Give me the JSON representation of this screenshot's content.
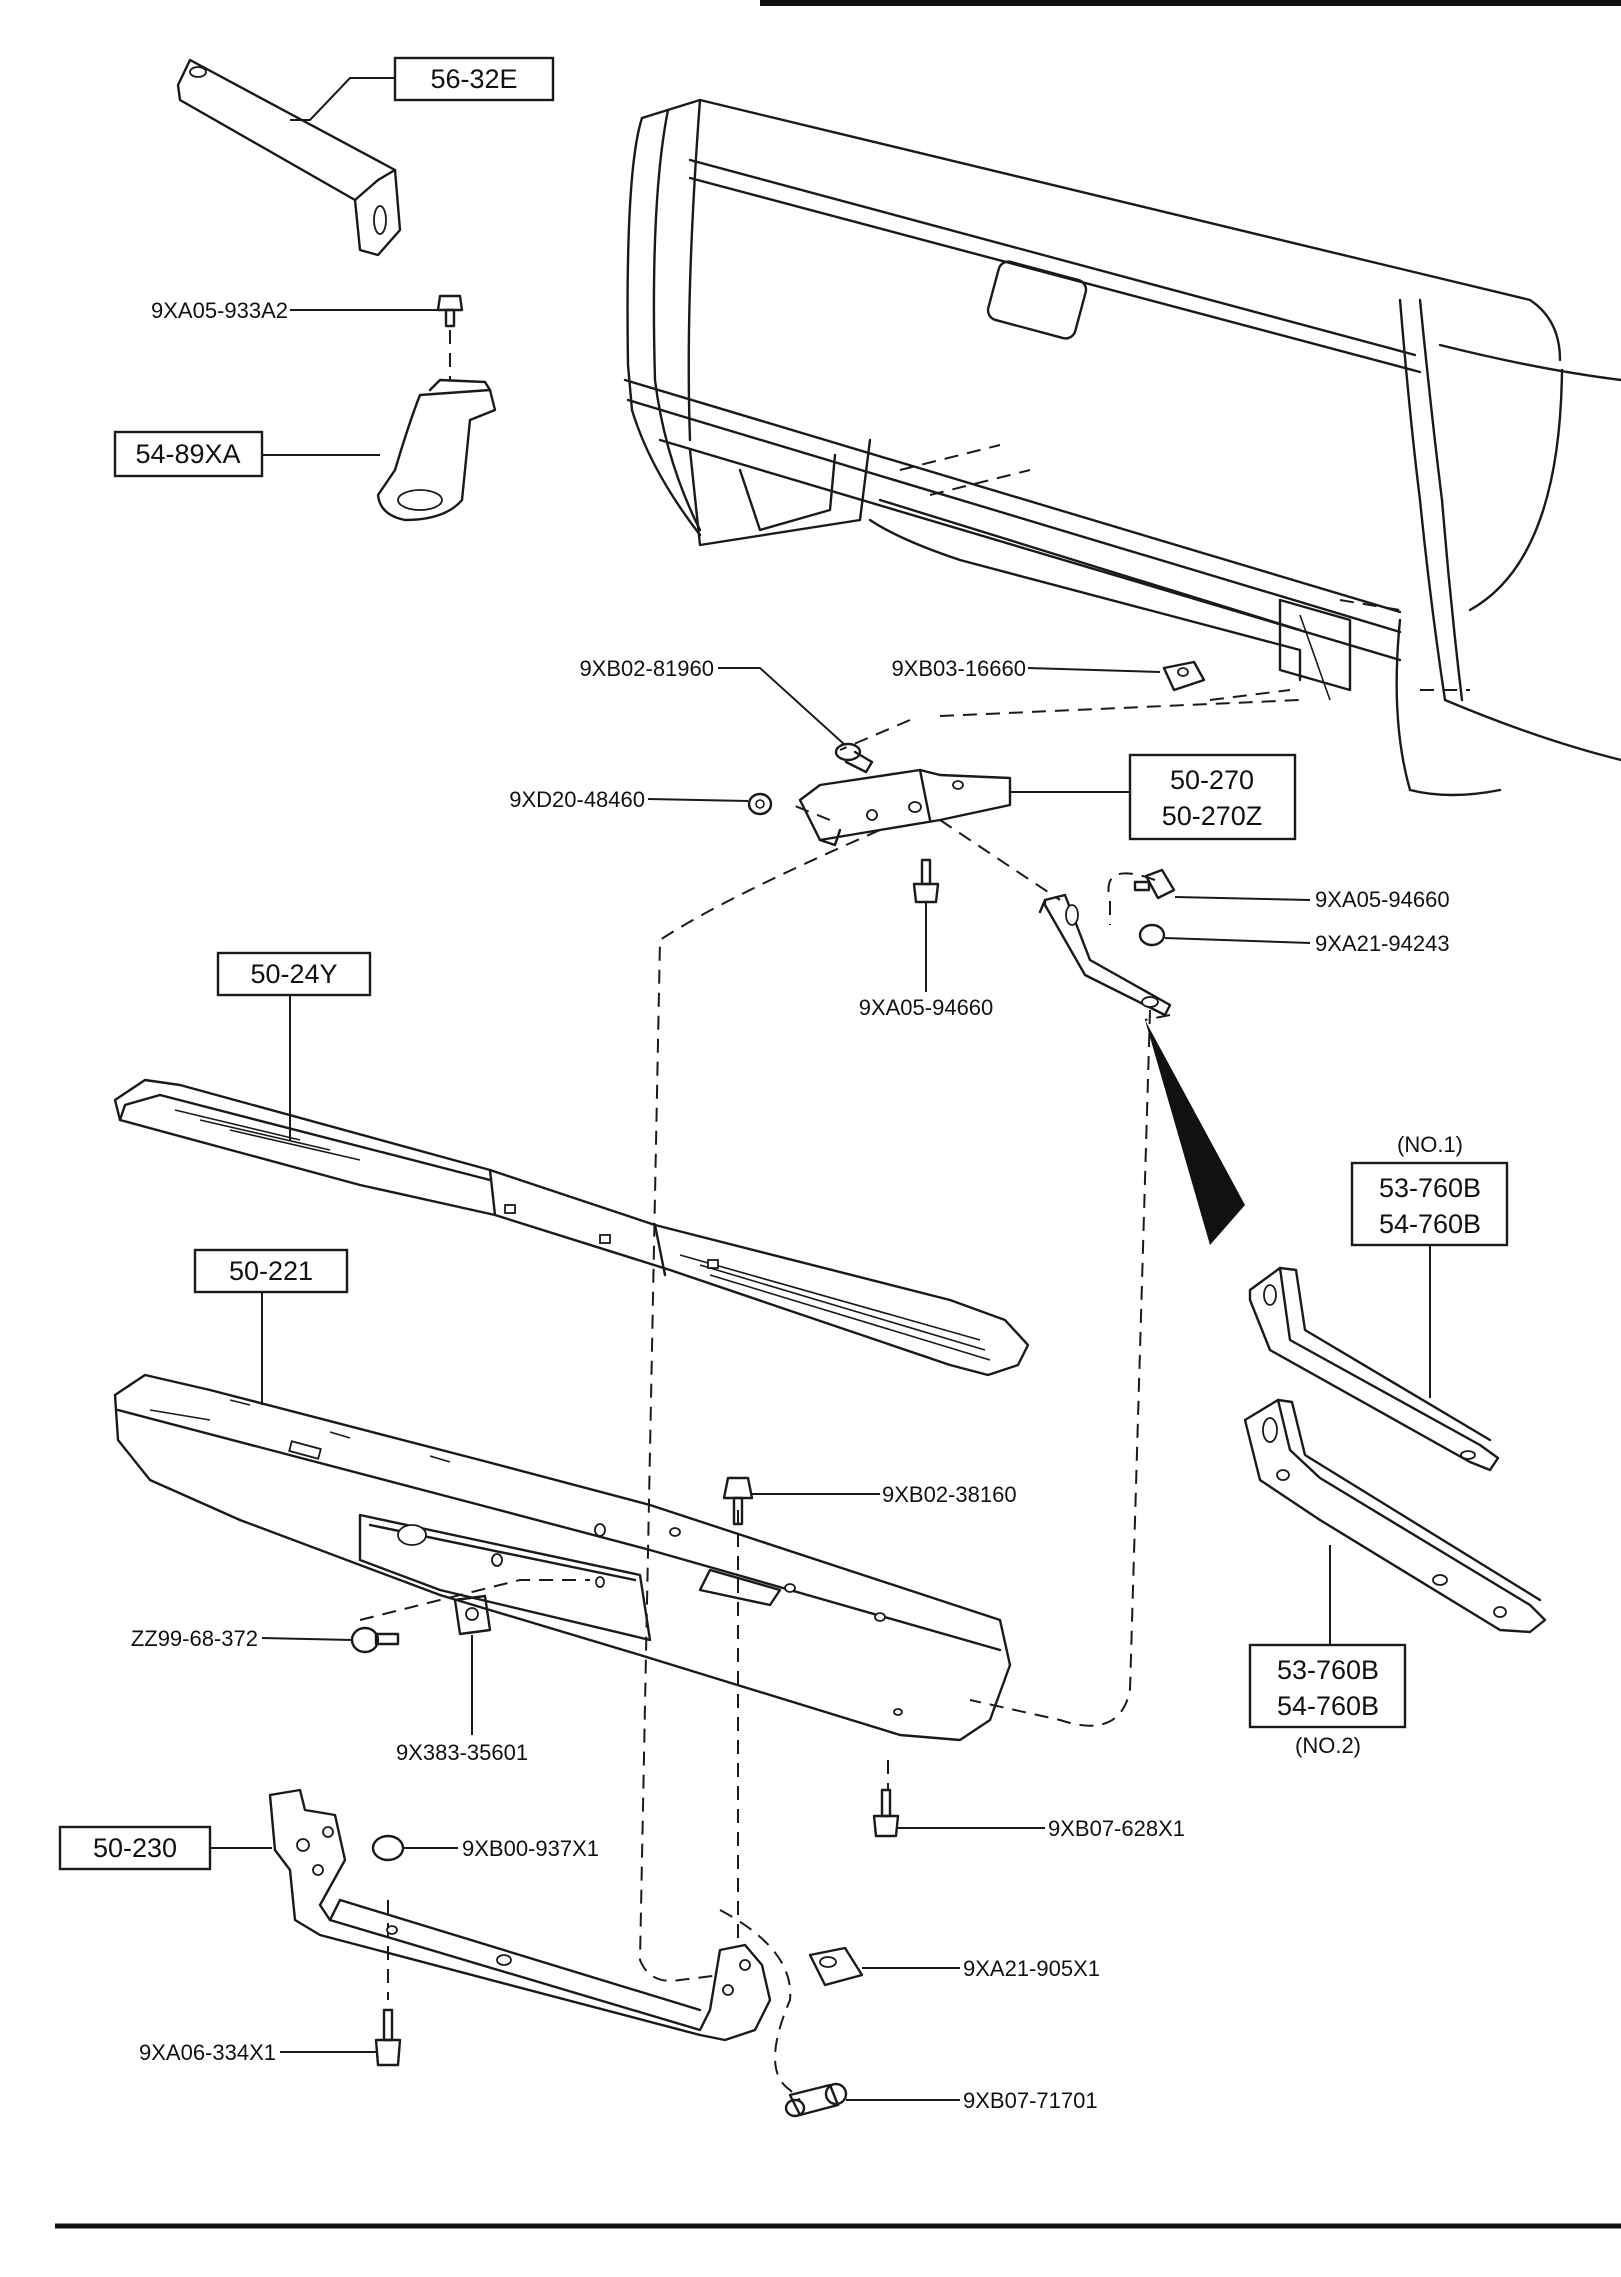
{
  "callouts": {
    "bracket_upper": "56-32E",
    "bolt_upper": "9XA05-933A2",
    "hitch_bracket": "54-89XA",
    "bolt_b02": "9XB02-81960",
    "clip_b03": "9XB03-16660",
    "nut_d20": "9XD20-48460",
    "frame_bracket_1": "50-270",
    "frame_bracket_2": "50-270Z",
    "bolt_a05_right": "9XA05-94660",
    "nut_a21": "9XA21-94243",
    "bolt_a05_center": "9XA05-94660",
    "step_pad": "50-24Y",
    "bumper": "50-221",
    "bolt_b02_38160": "9XB02-38160",
    "bolt_zz99": "ZZ99-68-372",
    "nut_383": "9X383-35601",
    "bolt_b07_628": "9XB07-628X1",
    "support": "50-230",
    "nut_b00": "9XB00-937X1",
    "nut_a21_905": "9XA21-905X1",
    "bolt_a06": "9XA06-334X1",
    "bolt_b07_717": "9XB07-71701",
    "brace_no1": {
      "note": "(NO.1)",
      "line1": "53-760B",
      "line2": "54-760B"
    },
    "brace_no2": {
      "note": "(NO.2)",
      "line1": "53-760B",
      "line2": "54-760B"
    }
  }
}
